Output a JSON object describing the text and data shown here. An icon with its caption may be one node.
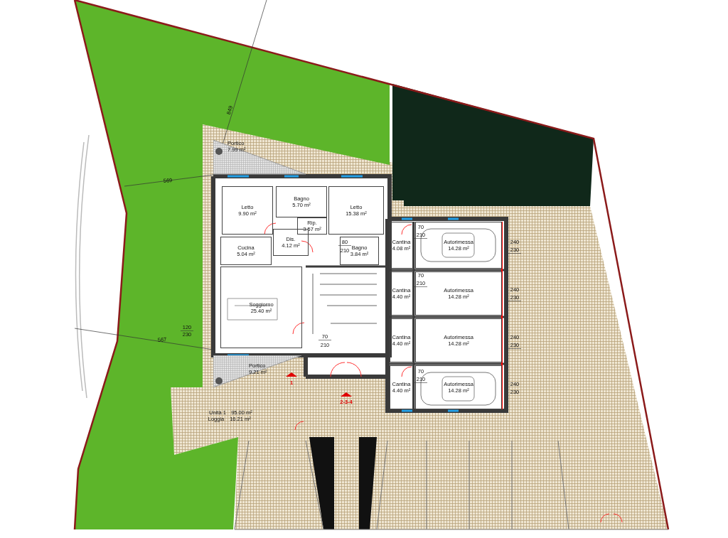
{
  "diagram": {
    "nodes": [
      {
        "text": [
          "Portico",
          "7.99 m²"
        ]
      },
      {
        "text": [
          "Letto",
          "9.90 m²"
        ]
      },
      {
        "text": [
          "Bagno",
          "5.70 m²"
        ]
      },
      {
        "text": [
          "Letto",
          "15.38 m²"
        ]
      },
      {
        "text": [
          "Rip.",
          "3.57 m²"
        ]
      },
      {
        "text": [
          "Dis.",
          "4.12 m²"
        ]
      },
      {
        "text": [
          "Cucina",
          "5.04 m²"
        ]
      },
      {
        "text": [
          "Bagno",
          "3.84 m²"
        ]
      },
      {
        "text": [
          "Soggiorno",
          "25.40 m²"
        ]
      },
      {
        "text": [
          "Portico",
          "9.21 m²"
        ]
      },
      {
        "text": [
          "Cantina",
          "4.08 m²"
        ]
      },
      {
        "text": [
          "Autorimessa",
          "14.28 m²"
        ]
      },
      {
        "text": [
          "Cantina",
          "4.40 m²"
        ]
      },
      {
        "text": [
          "Autorimessa",
          "14.28 m²"
        ]
      },
      {
        "text": [
          "Cantina",
          "4.40 m²"
        ]
      },
      {
        "text": [
          "Autorimessa",
          "14.28 m²"
        ]
      },
      {
        "text": [
          "Cantina",
          "4.40 m²"
        ]
      },
      {
        "text": [
          "Autorimessa",
          "14.28 m²"
        ]
      }
    ],
    "labels": [
      "849",
      "569",
      "80",
      "210",
      "70",
      "210",
      "120",
      "230",
      "567",
      "1",
      "2-3-4",
      "Unità 1",
      "95.00 m²",
      "Loggia",
      "16.21 m²",
      "70",
      "210",
      "240",
      "230",
      "70",
      "210",
      "240",
      "230",
      "240",
      "230",
      "70",
      "210",
      "240",
      "230"
    ]
  }
}
